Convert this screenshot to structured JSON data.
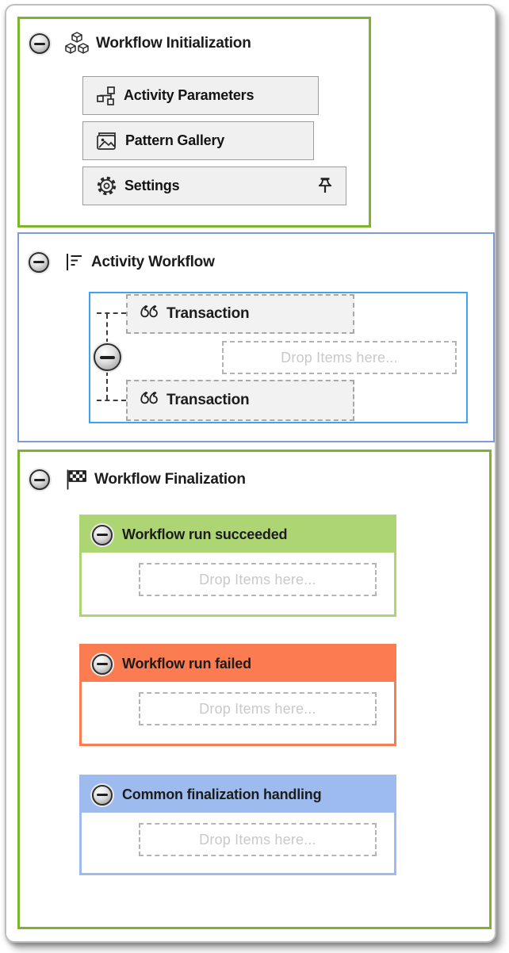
{
  "sections": {
    "initialization": {
      "title": "Workflow Initialization",
      "icon": "modules-cubes-icon",
      "border_color": "#7db42e",
      "buttons": {
        "activity_parameters": {
          "label": "Activity Parameters",
          "icon": "node-graph-icon"
        },
        "pattern_gallery": {
          "label": "Pattern Gallery",
          "icon": "image-gallery-icon"
        },
        "settings": {
          "label": "Settings",
          "icon": "gear-icon",
          "pin_icon": "pin-icon"
        }
      }
    },
    "activity_workflow": {
      "title": "Activity Workflow",
      "icon": "outline-list-icon",
      "border_color": "#7e9cd8",
      "inner_border_color": "#3da2f5",
      "transaction_top": {
        "label": "Transaction",
        "icon": "quotes-icon"
      },
      "dropzone": {
        "label": "Drop Items here..."
      },
      "transaction_bottom": {
        "label": "Transaction",
        "icon": "quotes-icon"
      }
    },
    "finalization": {
      "title": "Workflow Finalization",
      "icon": "checkered-flag-icon",
      "border_color": "#7db42e",
      "branches": {
        "succeeded": {
          "title": "Workflow run succeeded",
          "header_color": "#aed573",
          "dropzone_label": "Drop Items here..."
        },
        "failed": {
          "title": "Workflow run failed",
          "header_color": "#fa7c50",
          "dropzone_label": "Drop Items here..."
        },
        "common": {
          "title": "Common finalization handling",
          "header_color": "#9dbbee",
          "dropzone_label": "Drop Items here..."
        }
      }
    }
  }
}
